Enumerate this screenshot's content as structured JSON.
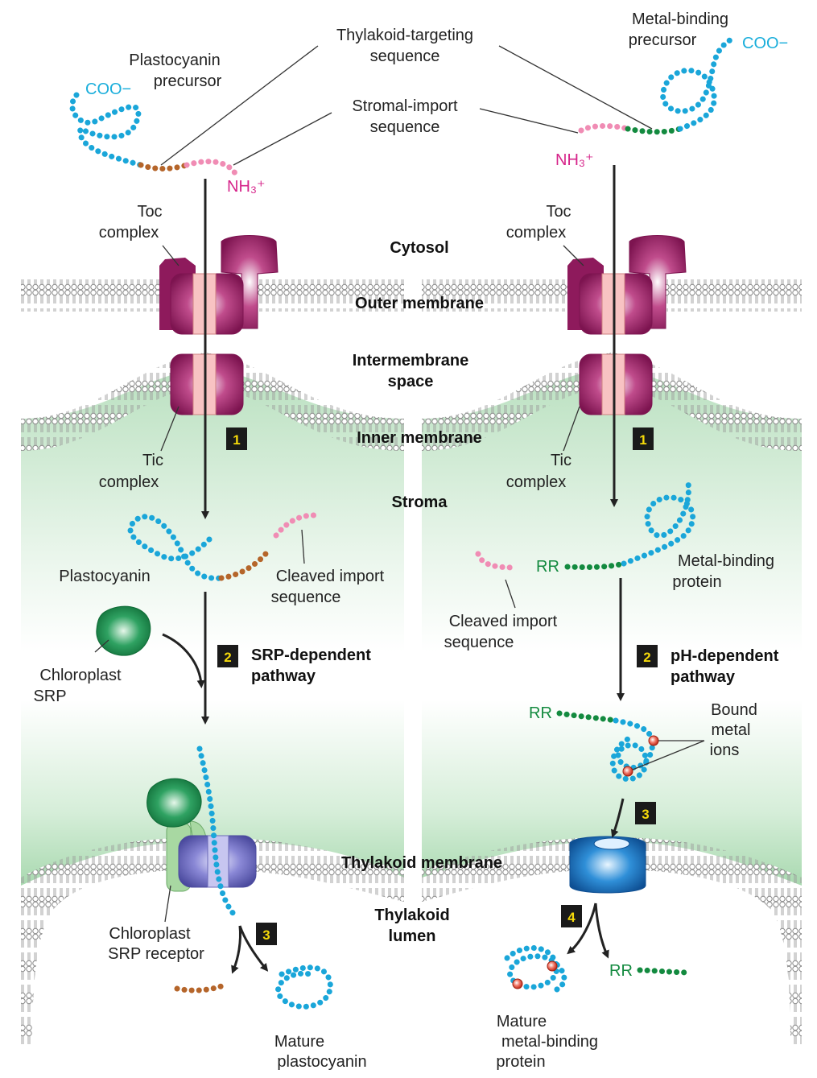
{
  "left": {
    "precursor": "Plastocyanin precursor",
    "precursor_l1": "Plastocyanin",
    "precursor_l2": "precursor",
    "coo": "COO−",
    "nh3": "NH₃⁺",
    "toc_l1": "Toc",
    "toc_l2": "complex",
    "tic_l1": "Tic",
    "tic_l2": "complex",
    "plastocyanin": "Plastocyanin",
    "cleaved_l1": "Cleaved import",
    "cleaved_l2": "sequence",
    "srp_l1": "Chloroplast",
    "srp_l2": "SRP",
    "pathway_l1": "SRP-dependent",
    "pathway_l2": "pathway",
    "receptor_l1": "Chloroplast",
    "receptor_l2": "SRP receptor",
    "mature_l1": "Mature",
    "mature_l2": "plastocyanin"
  },
  "right": {
    "precursor_l1": "Metal-binding",
    "precursor_l2": "precursor",
    "coo": "COO−",
    "nh3": "NH₃⁺",
    "toc_l1": "Toc",
    "toc_l2": "complex",
    "tic_l1": "Tic",
    "tic_l2": "complex",
    "protein_l1": "Metal-binding",
    "protein_l2": "protein",
    "rr": "RR",
    "cleaved_l1": "Cleaved import",
    "cleaved_l2": "sequence",
    "pathway_l1": "pH-dependent",
    "pathway_l2": "pathway",
    "ions_l1": "Bound",
    "ions_l2": "metal",
    "ions_l3": "ions",
    "mature_l1": "Mature",
    "mature_l2": "metal-binding",
    "mature_l3": "protein"
  },
  "center": {
    "thylakoid_l1": "Thylakoid-targeting",
    "thylakoid_l2": "sequence",
    "stromal_l1": "Stromal-import",
    "stromal_l2": "sequence",
    "cytosol": "Cytosol",
    "outer": "Outer membrane",
    "intermembrane_l1": "Intermembrane",
    "intermembrane_l2": "space",
    "inner": "Inner membrane",
    "stroma": "Stroma",
    "thylakoid_membrane": "Thylakoid membrane",
    "lumen_l1": "Thylakoid",
    "lumen_l2": "lumen"
  },
  "steps": {
    "one": "1",
    "two": "2",
    "three": "3",
    "four": "4"
  },
  "colors": {
    "chain": "#1aa6d9",
    "stromal_signal": "#f08cb4",
    "thylakoid_signal_left": "#b5652a",
    "thylakoid_signal_right": "#138a3f",
    "toc_tic": "#9c1f66",
    "stroma_fill": "#cfe9d3",
    "srp": "#1f8f4e",
    "srp_receptor": "#a8d8a2",
    "srp_translocon": "#7a78c8",
    "tat": "#1e78c8"
  }
}
